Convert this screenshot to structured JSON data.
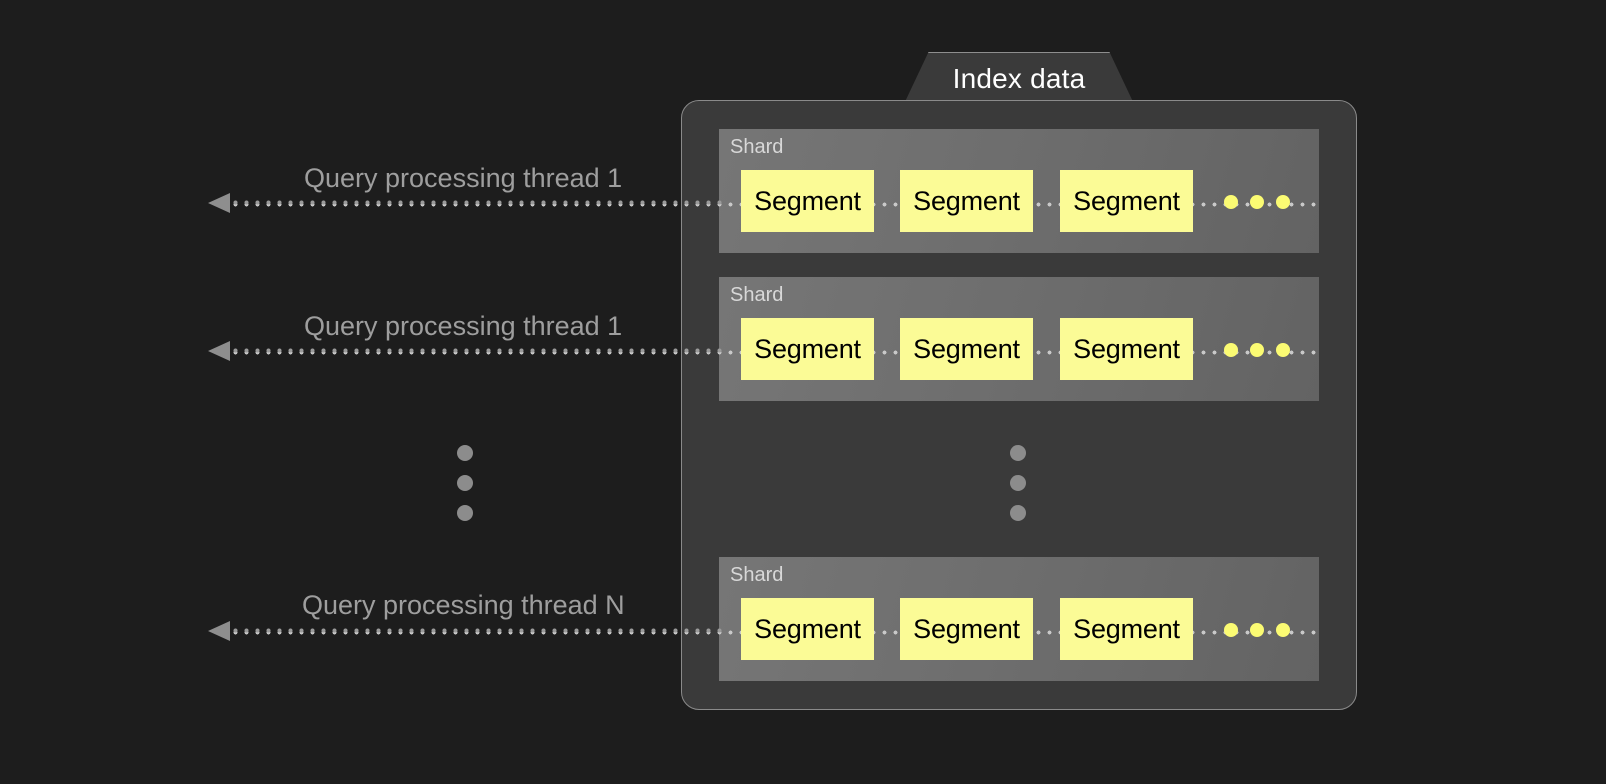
{
  "diagram": {
    "title": "Index data",
    "package_label": "Index data",
    "shard_label": "Shard",
    "segment_label": "Segment",
    "threads": [
      {
        "label": "Query processing thread 1"
      },
      {
        "label": "Query processing thread 1"
      },
      {
        "label": "Query processing thread N"
      }
    ],
    "shards": [
      {
        "label": "Shard",
        "segments": [
          {
            "label": "Segment"
          },
          {
            "label": "Segment"
          },
          {
            "label": "Segment"
          }
        ],
        "more_segments_indicator": "yellow-ellipsis-3-dots"
      },
      {
        "label": "Shard",
        "segments": [
          {
            "label": "Segment"
          },
          {
            "label": "Segment"
          },
          {
            "label": "Segment"
          }
        ],
        "more_segments_indicator": "yellow-ellipsis-3-dots"
      },
      {
        "label": "Shard",
        "segments": [
          {
            "label": "Segment"
          },
          {
            "label": "Segment"
          },
          {
            "label": "Segment"
          }
        ],
        "more_segments_indicator": "yellow-ellipsis-3-dots"
      }
    ],
    "ellipsis": {
      "left_vertical": "vertical-ellipsis-3-dots",
      "center_vertical": "vertical-ellipsis-3-dots"
    },
    "colors": {
      "page_background": "#1d1d1d",
      "package_background": "#3a3a3a",
      "package_border": "#8a8a8a",
      "shard_background": "#6e6e6e",
      "segment_background": "#fbfb96",
      "segment_text": "#000000",
      "shard_label_text": "#d8d8d8",
      "thread_label_text": "#9e9e9e",
      "title_text": "#ffffff",
      "arrow": "#8e8e8e",
      "dotted_connector": "#c9c9c9",
      "yellow_dot": "#fbfb73",
      "vertical_dot": "#8c8c8c"
    }
  }
}
